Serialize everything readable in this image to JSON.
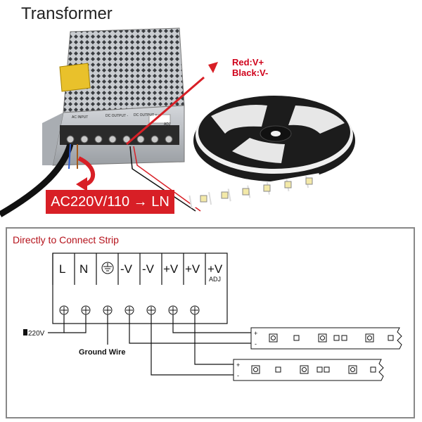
{
  "top": {
    "title": "Transformer",
    "wire_label_red": "Red:V+",
    "wire_label_black": "Black:V-",
    "psu_label_ac": "AC INPUT",
    "psu_label_dc1": "DC OUTPUT -",
    "psu_label_dc2": "DC OUTPUT +",
    "psu_label_adj": "ADJ",
    "callout": "AC220V/110 → LN"
  },
  "diagram": {
    "title": "Directly to Connect Strip",
    "terminals": [
      "L",
      "N",
      "",
      "-V",
      "-V",
      "+V",
      "+V",
      "+V"
    ],
    "adj_label": "ADJ",
    "ground_symbol_name": "ground-icon",
    "input_label": "220V",
    "ground_label": "Ground Wire",
    "strip_plus": "+",
    "strip_minus": "-"
  },
  "colors": {
    "accent_red": "#d81f26",
    "panel_border": "#888888",
    "line": "#111111",
    "psu_metal": "#bfc2c6",
    "strip_white": "#ffffff",
    "reel_black": "#1c1c1c"
  }
}
